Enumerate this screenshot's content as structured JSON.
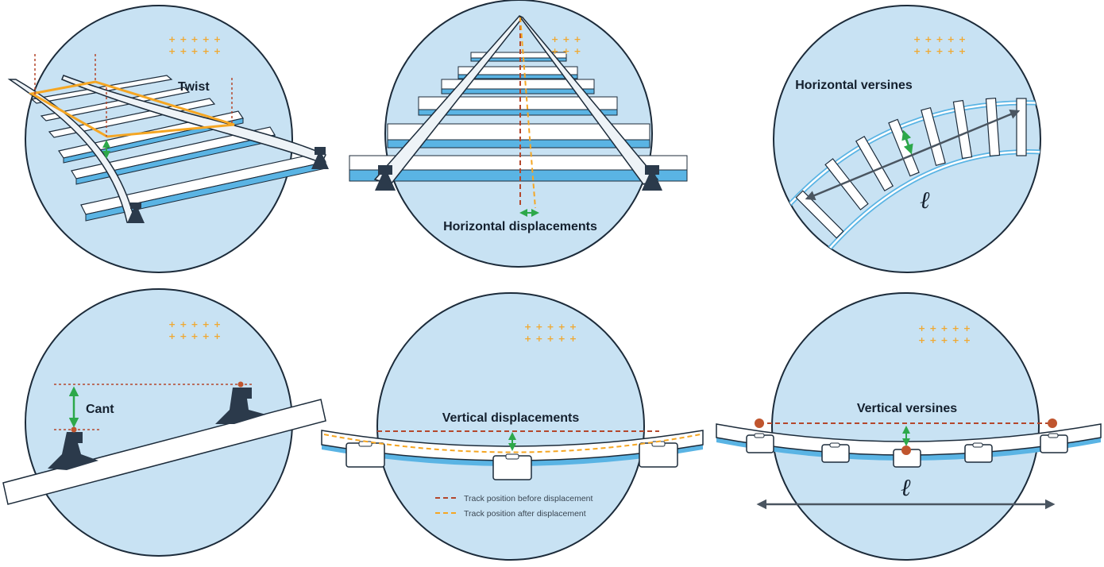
{
  "colors": {
    "circle_fill": "#c8e2f3",
    "circle_stroke": "#1c2b3a",
    "sleeper_blue": "#5ab4e4",
    "rail_dark": "#2b3a4b",
    "measure_green": "#2da84a",
    "before_line": "#b4472c",
    "after_line": "#f5a623",
    "twist_frame": "#f5a623",
    "point_dot": "#c0552e"
  },
  "panels": {
    "twist": {
      "label": "Twist",
      "icon": "twist-diagram"
    },
    "horizontal_displacements": {
      "label": "Horizontal displacements",
      "icon": "horizontal-displacement-diagram"
    },
    "horizontal_versines": {
      "label": "Horizontal versines",
      "chord_symbol": "ℓ",
      "icon": "horizontal-versine-diagram"
    },
    "cant": {
      "label": "Cant",
      "icon": "cant-diagram"
    },
    "vertical_displacements": {
      "label": "Vertical displacements",
      "icon": "vertical-displacement-diagram",
      "legend": {
        "before": "Track position before displacement",
        "after": "Track position after displacement"
      }
    },
    "vertical_versines": {
      "label": "Vertical versines",
      "chord_symbol": "ℓ",
      "icon": "vertical-versine-diagram"
    }
  }
}
